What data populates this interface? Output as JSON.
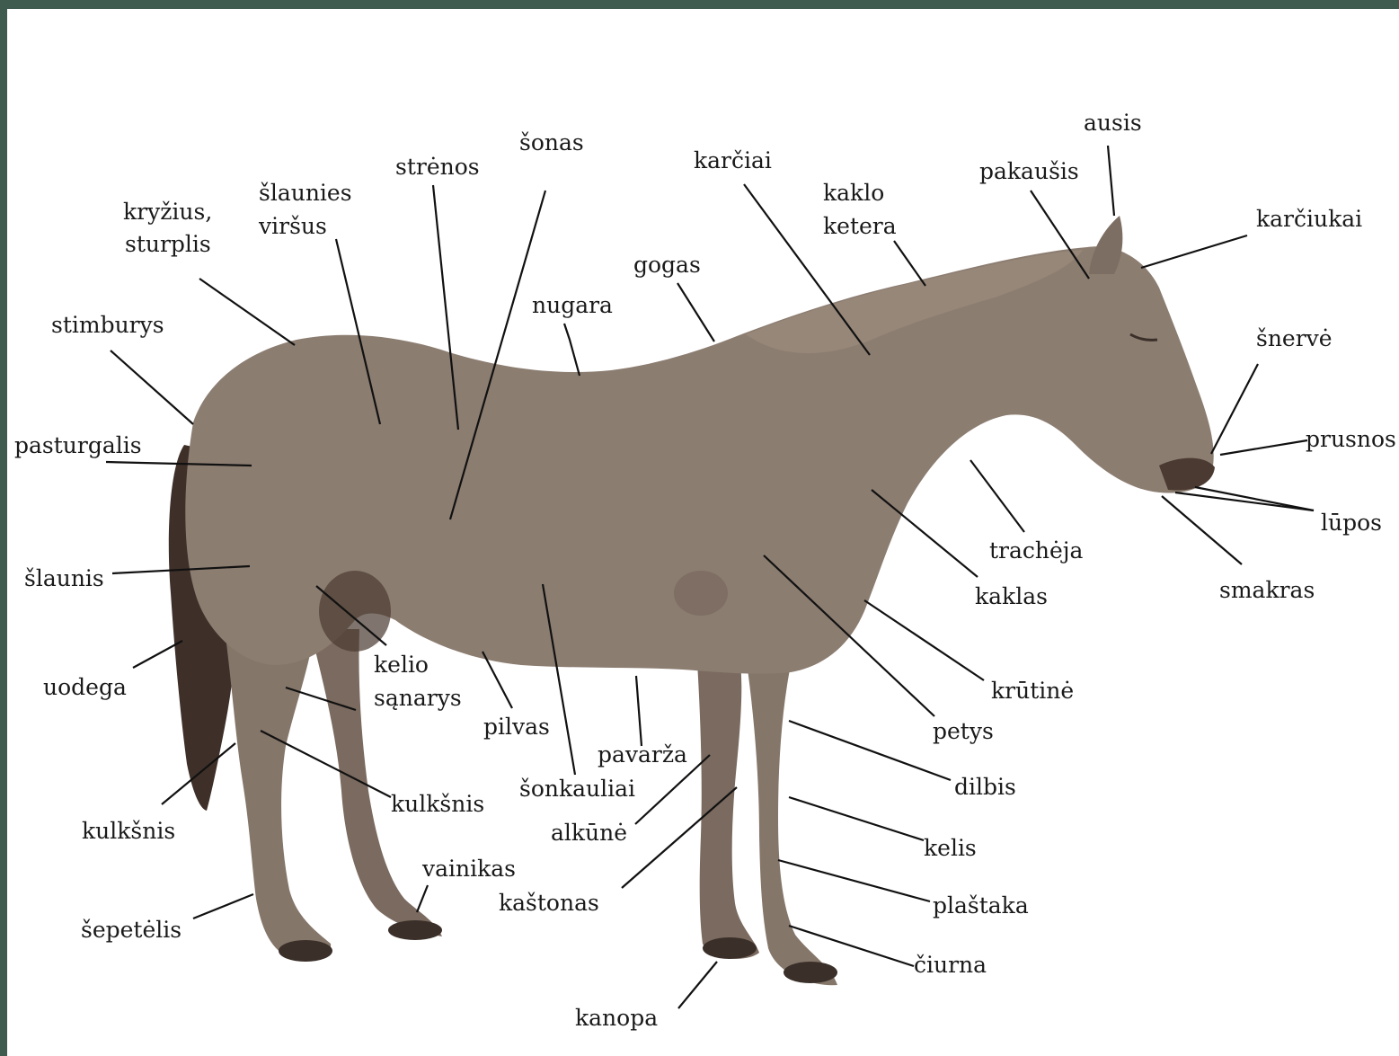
{
  "colors": {
    "background": "#3f5b4f",
    "slide": "#ffffff",
    "horse_coat": "#8c7d71",
    "horse_dark": "#4a3a31",
    "label_text": "#1a1a1a"
  },
  "diagram": {
    "labels": {
      "ausis": "ausis",
      "pakausis": "pakaušis",
      "karciukai": "karčiukai",
      "karciai": "karčiai",
      "kaklo_ketera_1": "kaklo",
      "kaklo_ketera_2": "ketera",
      "sonas": "šonas",
      "strenos": "strėnos",
      "slaunies_virsus_1": "šlaunies",
      "slaunies_virsus_2": "viršus",
      "kryzius_1": "kryžius,",
      "kryzius_2": "sturplis",
      "gogas": "gogas",
      "nugara": "nugara",
      "stimburys": "stimburys",
      "snerve": "šnervė",
      "prusnos": "prusnos",
      "lupos": "lūpos",
      "smakras": "smakras",
      "pasturgalis": "pasturgalis",
      "tracheja": "trachėja",
      "kaklas": "kaklas",
      "slaunis": "šlaunis",
      "kelio_sanarys_1": "kelio",
      "kelio_sanarys_2": "sąnarys",
      "uodega": "uodega",
      "krutine": "krūtinė",
      "pilvas": "pilvas",
      "petys": "petys",
      "pavarza": "pavarža",
      "sonkauliai": "šonkauliai",
      "dilbis": "dilbis",
      "kulksnis_hind": "kulkšnis",
      "kulksnis_rear": "kulkšnis",
      "alkune": "alkūnė",
      "kelis": "kelis",
      "vainikas": "vainikas",
      "kastonas": "kaštonas",
      "plastaka": "plaštaka",
      "sepetelis": "šepetėlis",
      "ciurna": "čiurna",
      "kanopa": "kanopa"
    }
  }
}
